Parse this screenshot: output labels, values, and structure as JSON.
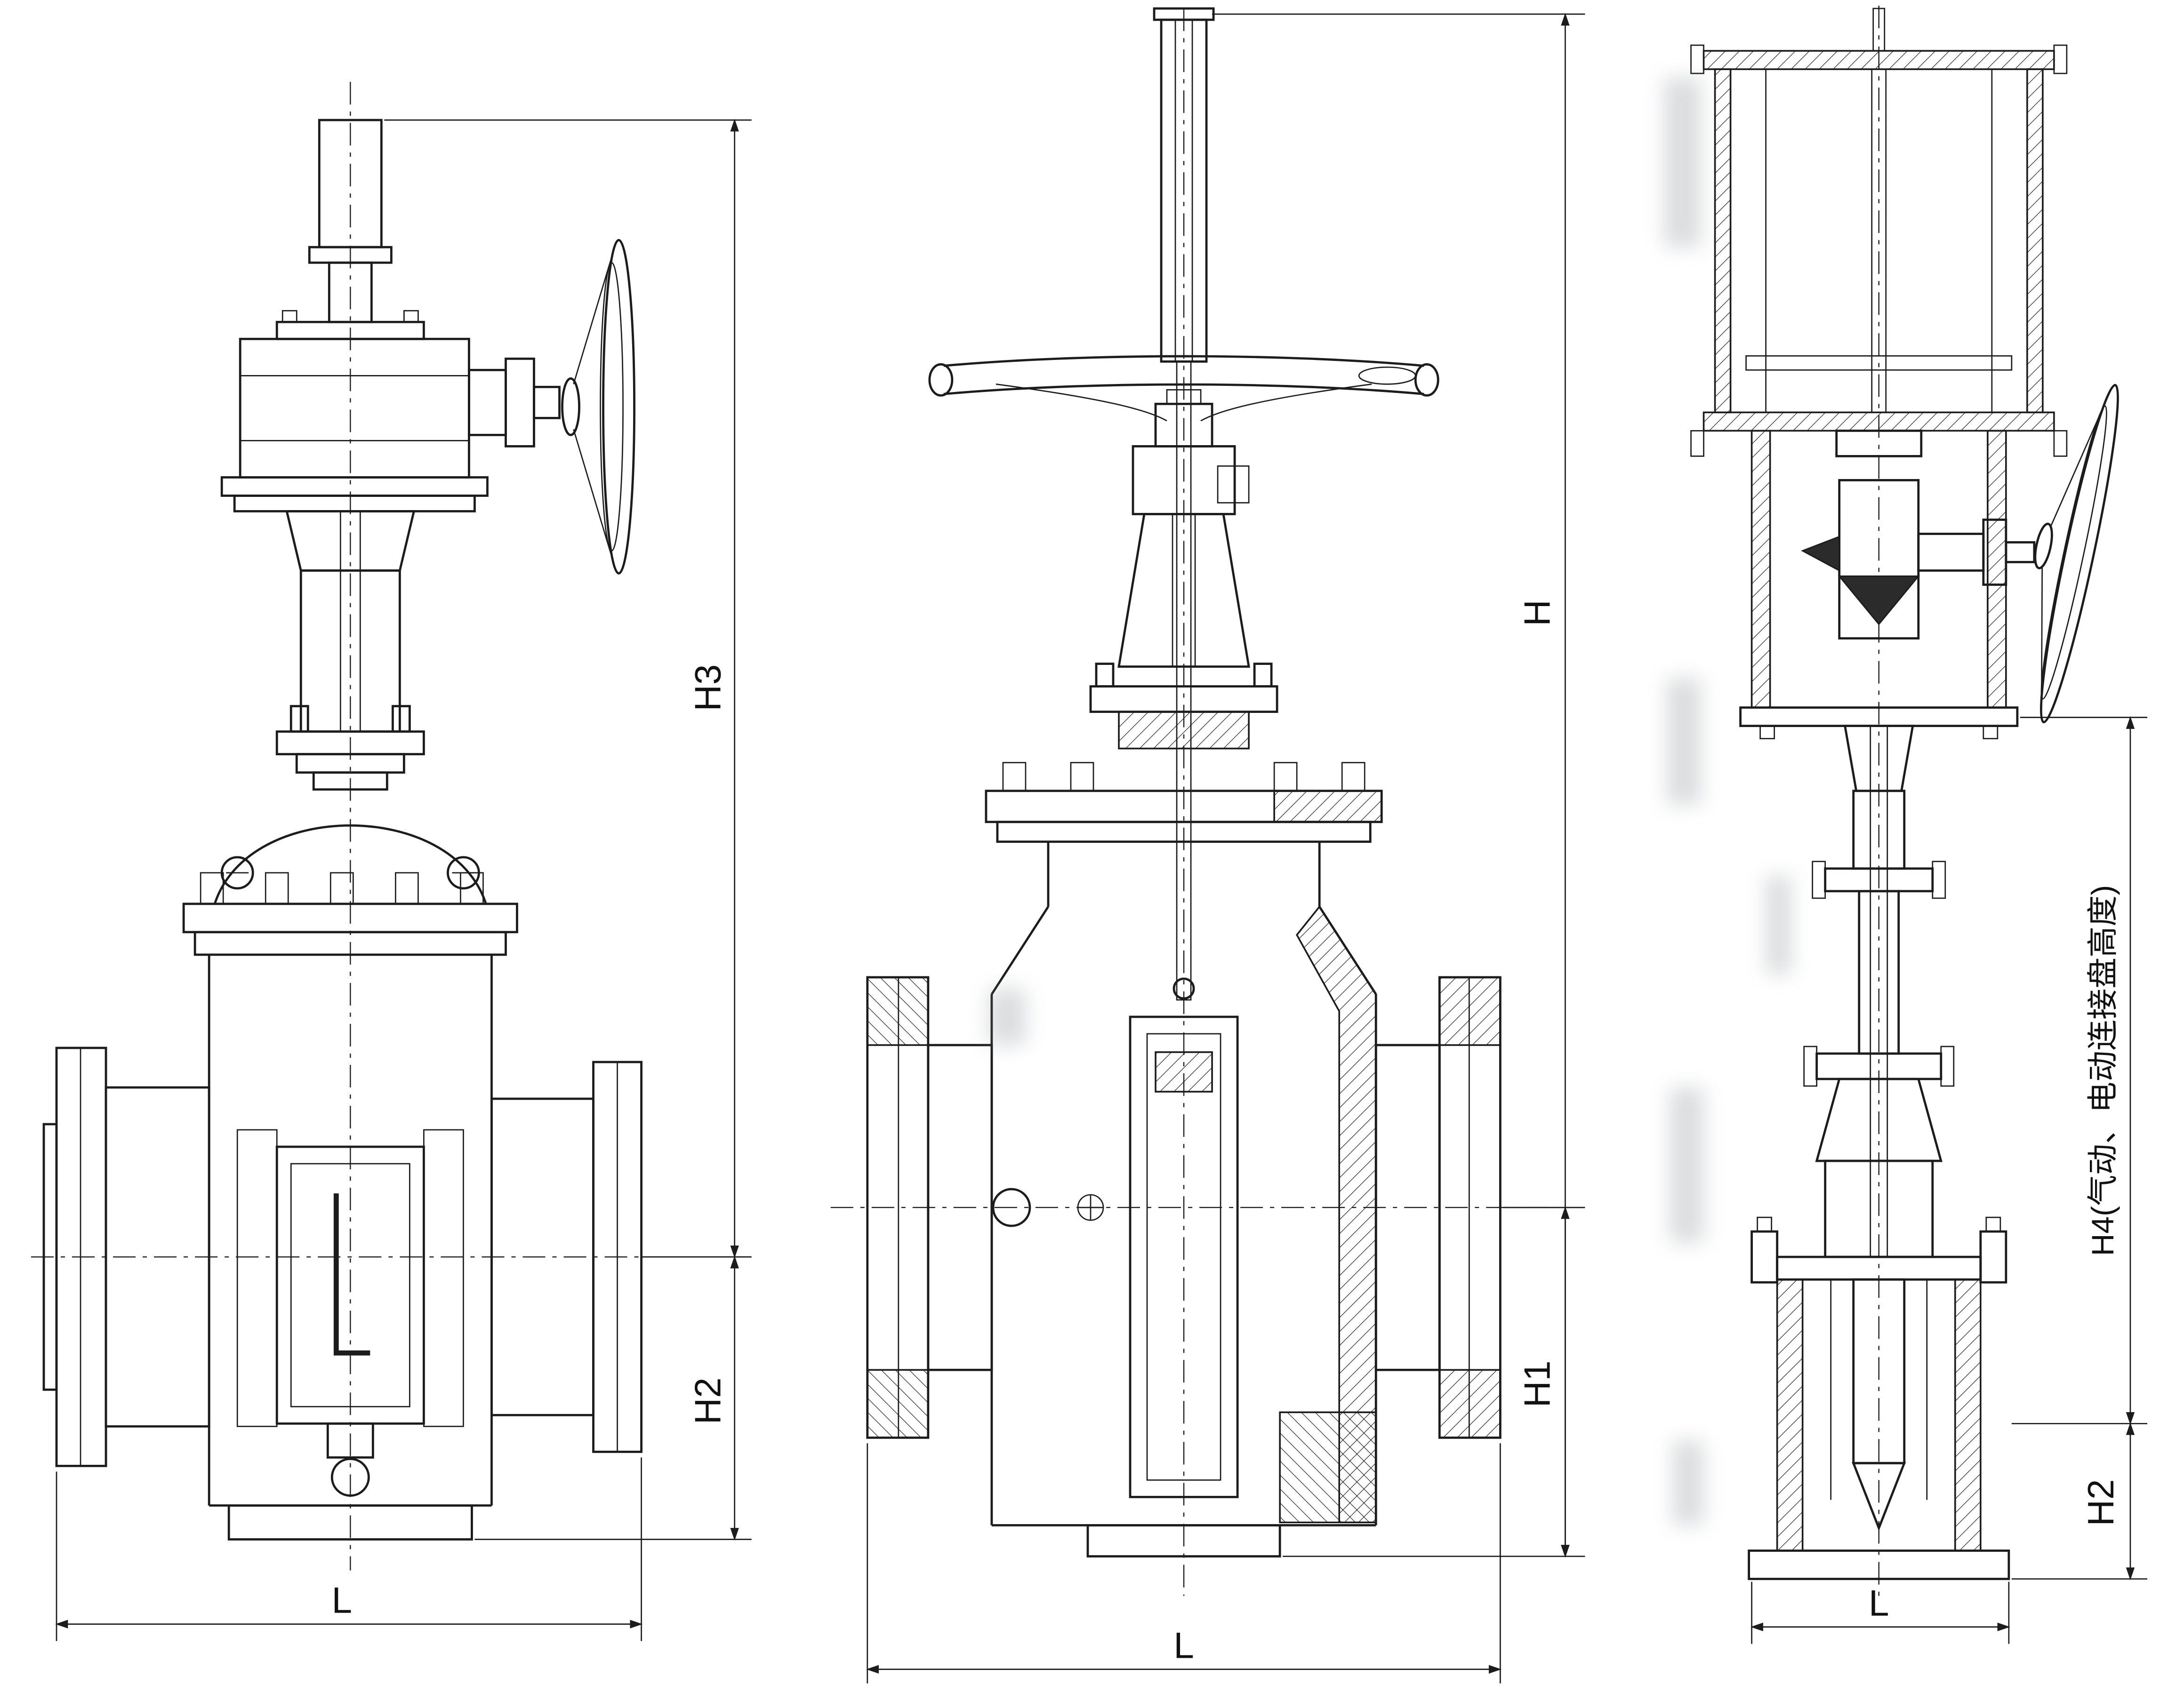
{
  "drawing": {
    "background": "#ffffff",
    "line_color": "#1c1c1c",
    "labels": {
      "left_h3": "H3",
      "left_h2": "H2",
      "left_l": "L",
      "mid_h": "H",
      "mid_h1": "H1",
      "mid_l": "L",
      "right_h4": "H4(气动、电动连接盘高度)",
      "right_h2": "H2",
      "right_l": "L"
    }
  }
}
